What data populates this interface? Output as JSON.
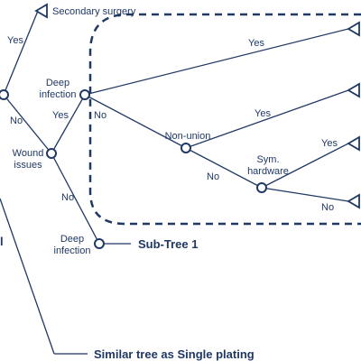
{
  "nodes": {
    "secondary_surgery": "Secondary surgery",
    "deep_infection_top": [
      "Deep",
      "infection"
    ],
    "wound_issues": [
      "Wound",
      "issues"
    ],
    "non_union": "Non-union",
    "sym_hardware": [
      "Sym.",
      "hardware"
    ],
    "deep_infection_bottom": [
      "Deep",
      "infection"
    ],
    "subtree": "Sub-Tree 1",
    "similar_tree": "Similar tree as Single plating",
    "left_edge_fragment": "l"
  },
  "edge_labels": {
    "yes_secondary": "Yes",
    "no_root": "No",
    "yes_wound_to_deep": "Yes",
    "no_wound": "No",
    "no_deep_top": "No",
    "yes_deep_top": "Yes",
    "yes_nonunion": "Yes",
    "no_nonunion": "No",
    "yes_sym": "Yes",
    "no_sym": "No"
  }
}
